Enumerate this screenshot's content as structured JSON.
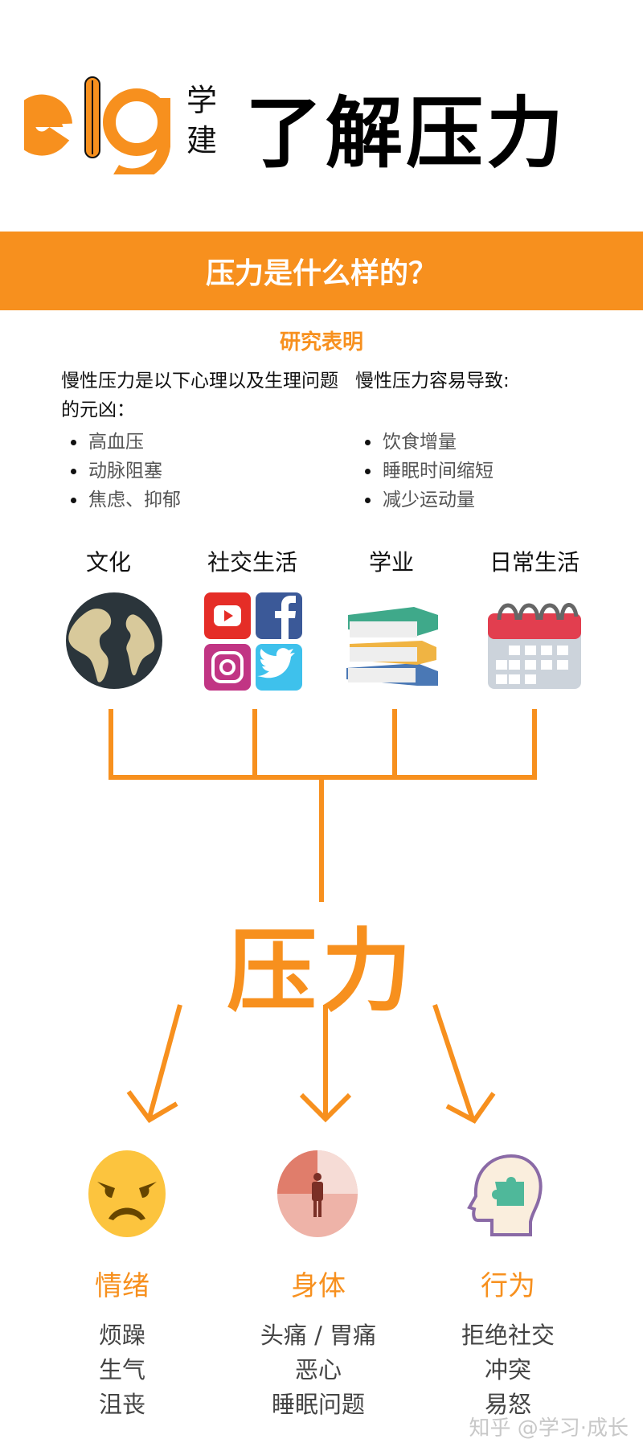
{
  "header": {
    "logo_text": "elg",
    "logo_cn": [
      "学",
      "建"
    ],
    "title": "了解压力"
  },
  "banner": {
    "title": "压力是什么样的？"
  },
  "research": {
    "heading": "研究表明",
    "left": {
      "intro": "慢性压力是以下心理以及生理问题的元凶：",
      "items": [
        "高血压",
        "动脉阻塞",
        "焦虑、抑郁"
      ]
    },
    "right": {
      "intro": "慢性压力容易导致:",
      "items": [
        "饮食增量",
        "睡眠时间缩短",
        "减少运动量"
      ]
    }
  },
  "sources": [
    {
      "label": "文化",
      "icon": "globe-icon"
    },
    {
      "label": "社交生活",
      "icon": "social-media-icon"
    },
    {
      "label": "学业",
      "icon": "books-icon"
    },
    {
      "label": "日常生活",
      "icon": "calendar-icon"
    }
  ],
  "center": {
    "label": "压力"
  },
  "effects": [
    {
      "label": "情绪",
      "icon": "angry-face-icon",
      "items": [
        "烦躁",
        "生气",
        "沮丧"
      ]
    },
    {
      "label": "身体",
      "icon": "body-icon",
      "items": [
        "头痛 / 胃痛",
        "恶心",
        "睡眠问题"
      ]
    },
    {
      "label": "行为",
      "icon": "head-puzzle-icon",
      "items": [
        "拒绝社交",
        "冲突",
        "易怒"
      ]
    }
  ],
  "watermark": "知乎 @学习·成长",
  "colors": {
    "accent": "#F7901E"
  }
}
